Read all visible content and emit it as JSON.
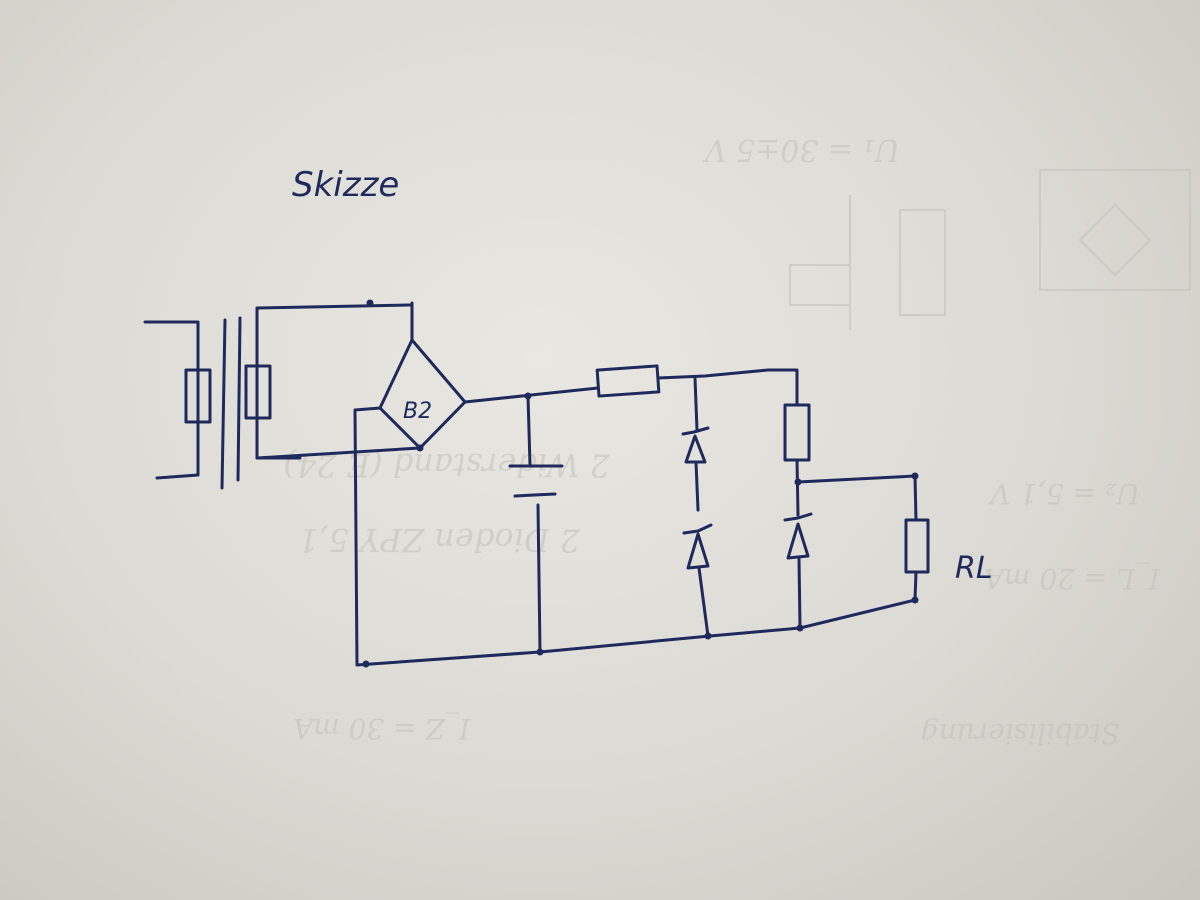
{
  "sketch": {
    "title": "Skizze",
    "bridge_label": "B2",
    "load_label": "RL",
    "ink_color": "#1f2a5c",
    "paper_color": "#e3e1db"
  },
  "bleed_through": {
    "line1": "U₁ = 30±5 V",
    "line2": "2 Widerstand (E 24)",
    "line3": "2 Dioden ZPY 5,1",
    "line4": "U₂ = 5,1 V",
    "line5": "I_L = 20 mA",
    "line6": "I_Z = 30 mA",
    "line7": "Stabilisierung"
  }
}
